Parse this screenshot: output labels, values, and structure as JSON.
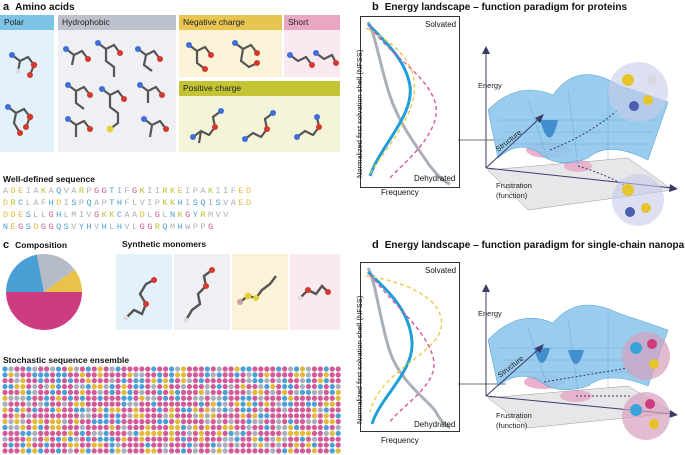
{
  "panels": {
    "a": {
      "letter": "a",
      "title": "Amino acids"
    },
    "b": {
      "letter": "b",
      "title": "Energy landscape – function paradigm for proteins"
    },
    "c": {
      "letter": "c",
      "title": ""
    },
    "d": {
      "letter": "d",
      "title": "Energy landscape – function paradigm for single-chain nanoparticles"
    }
  },
  "amino_groups": [
    {
      "label": "Polar",
      "tag_color": "#7cc3e6",
      "bg_color": "#e3f1fa"
    },
    {
      "label": "Hydrophobic",
      "tag_color": "#bcc2cd",
      "bg_color": "#eef0f3"
    },
    {
      "label": "Negative charge",
      "tag_color": "#e8c451",
      "bg_color": "#fbf3d8"
    },
    {
      "label": "Short",
      "tag_color": "#e9a7c3",
      "bg_color": "#fbe9f1"
    },
    {
      "label": "Positive charge",
      "tag_color": "#c2c433",
      "bg_color": "#f4f4d9"
    }
  ],
  "sequence": {
    "title": "Well-defined sequence",
    "lines": [
      "ADEIAKAQVARPGGTIFGKIIRKEIPAKIIFED",
      "DRCLAFHDISPQAPTHFLVIPKKHISQISVAED",
      "DDESLLGHLMIVGKKCAADLGLNKGYRMVV",
      "NEGSDGGQSVYHVHLHVLGGRQMHWPPG"
    ]
  },
  "composition": {
    "title": "Composition"
  },
  "monomers": {
    "title": "Synthetic monomers"
  },
  "ensemble": {
    "title": "Stochastic sequence ensemble"
  },
  "plot_b": {
    "top": "Solvated",
    "bottom": "Dehydrated",
    "ylabel": "Normalized first solvation shell (NFSS)",
    "xlabel": "Frequency"
  },
  "plot_d": {
    "top": "Solvated",
    "bottom": "Dehydrated",
    "ylabel": "Normalized first solvation shell (NFSS)",
    "xlabel": "Frequency"
  },
  "landscape_b": {
    "energy": "Energy",
    "structure": "Structure",
    "frustration": "Frustration",
    "function": "(function)"
  },
  "landscape_d": {
    "energy": "Energy",
    "structure": "Structure",
    "frustration": "Frustration",
    "function": "(function)"
  },
  "colors": {
    "polar": "#4a9fd4",
    "hydrophobic": "#a8afbb",
    "negative": "#e2b93b",
    "short": "#d25a96",
    "positive": "#b9bd2a",
    "blue_curve": "#1f9fd8",
    "grey_curve": "#a9b0b8",
    "yellow_curve": "#eac94a",
    "pink_curve": "#d9589c"
  },
  "chart_data": {
    "type": "pie",
    "values": [
      50,
      22,
      18,
      10
    ],
    "slice_colors": [
      "#cc3d80",
      "#4a9fd4",
      "#b5bcc7",
      "#e9c24a"
    ]
  }
}
